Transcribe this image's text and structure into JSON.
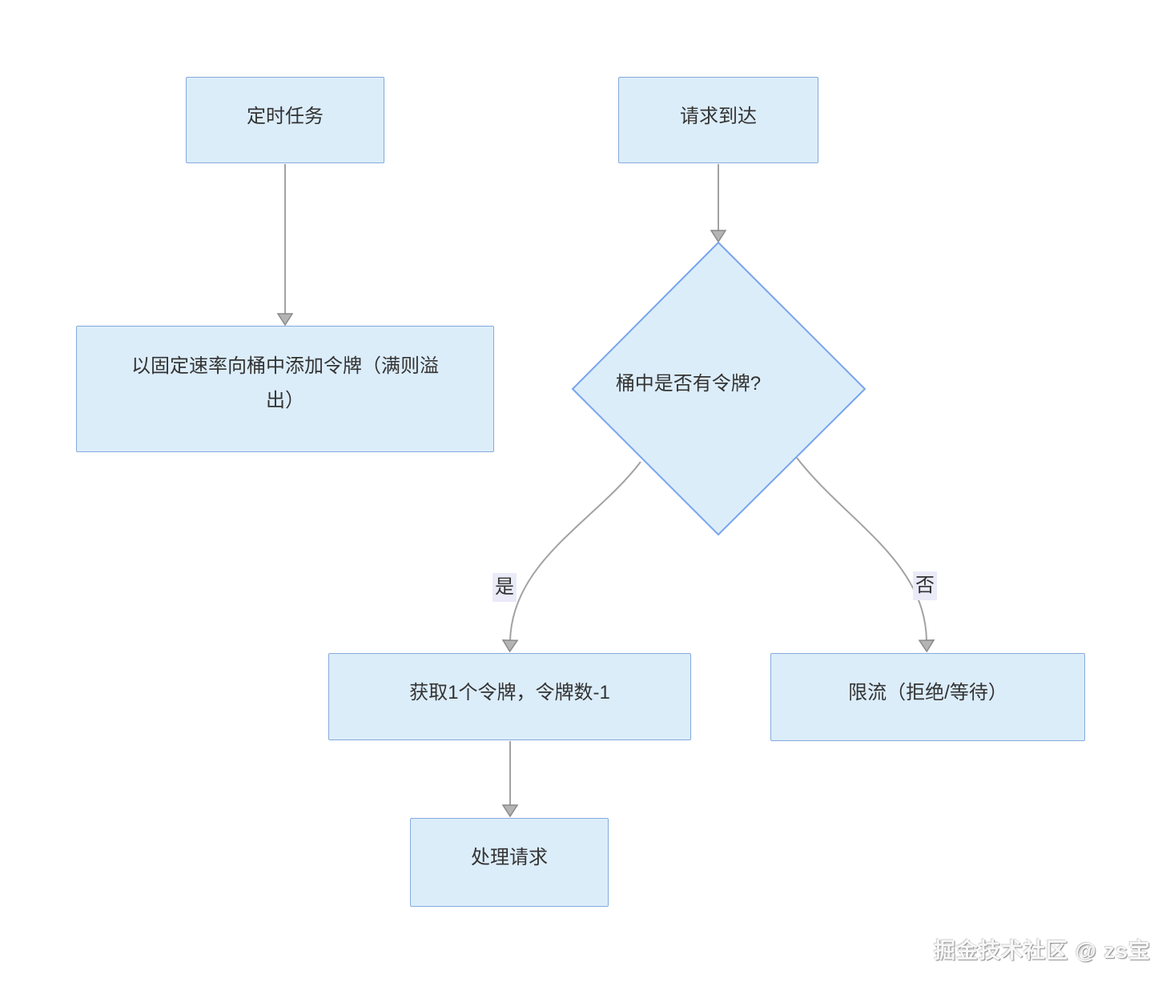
{
  "diagram": {
    "type": "flowchart",
    "topic": "token-bucket rate limiting",
    "nodes": {
      "timer": {
        "shape": "rect",
        "label": "定时任务"
      },
      "request": {
        "shape": "rect",
        "label": "请求到达"
      },
      "add_tokens": {
        "shape": "rect",
        "label": "以固定速率向桶中添加令牌（满则溢出）"
      },
      "has_token": {
        "shape": "diamond",
        "label": "桶中是否有令牌?"
      },
      "acquire": {
        "shape": "rect",
        "label": "获取1个令牌，令牌数-1"
      },
      "limit": {
        "shape": "rect",
        "label": "限流（拒绝/等待）"
      },
      "process": {
        "shape": "rect",
        "label": "处理请求"
      }
    },
    "edges": [
      {
        "from": "timer",
        "to": "add_tokens",
        "label": ""
      },
      {
        "from": "request",
        "to": "has_token",
        "label": ""
      },
      {
        "from": "has_token",
        "to": "acquire",
        "label": "是"
      },
      {
        "from": "has_token",
        "to": "limit",
        "label": "否"
      },
      {
        "from": "acquire",
        "to": "process",
        "label": ""
      }
    ],
    "colors": {
      "node_fill": "#dcedfa",
      "node_border": "#85aadd",
      "diamond_border": "#78a4ec",
      "edge_line": "#a2a2a2",
      "arrowhead_fill": "#b4b4b4",
      "arrowhead_border": "#8a8a8a",
      "edge_label_bg": "#eaeaf8",
      "text": "#333333",
      "background": "#ffffff"
    }
  },
  "watermark": {
    "text": "掘金技术社区 @ zs宝"
  }
}
